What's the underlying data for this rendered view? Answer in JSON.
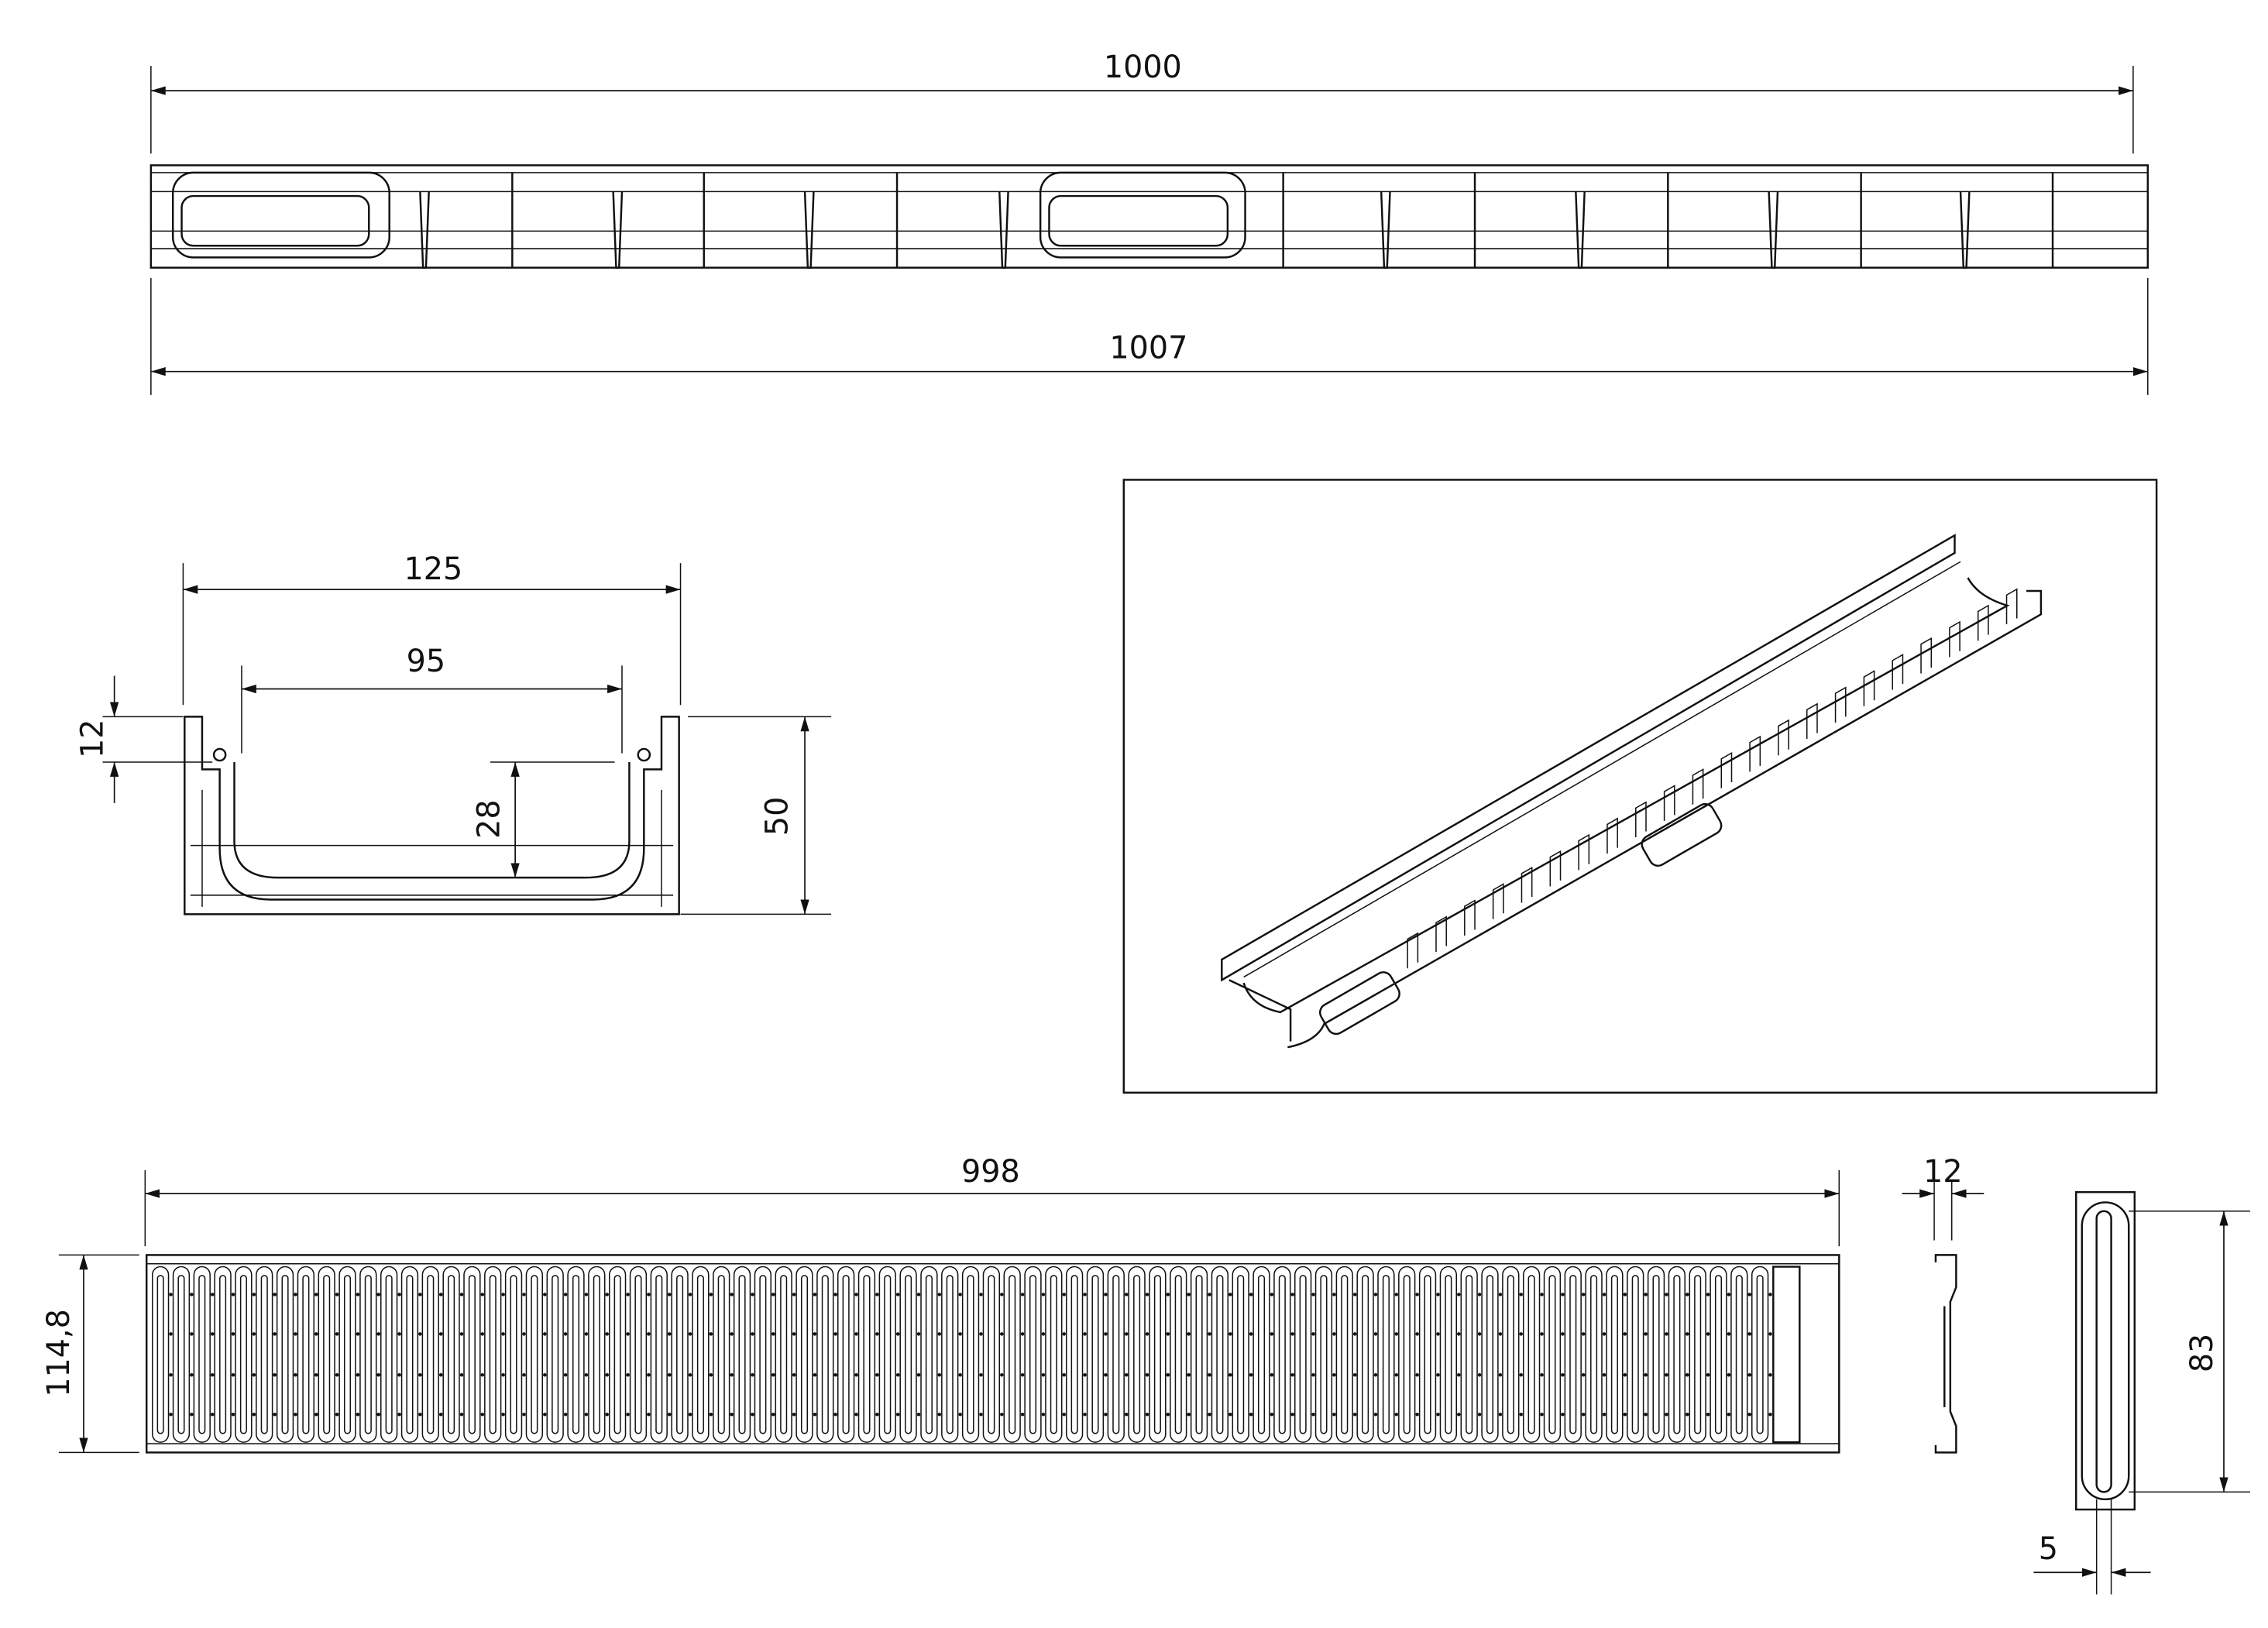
{
  "drawing": {
    "top_view": {
      "dim_inner_length": "1000",
      "dim_total_length": "1007"
    },
    "cross_section": {
      "dim_outer_width": "125",
      "dim_inner_width": "95",
      "dim_rim_height": "12",
      "dim_inner_depth": "28",
      "dim_total_height": "50"
    },
    "grate_view": {
      "dim_length": "998",
      "dim_width": "114,8"
    },
    "grate_profile": {
      "dim_thickness": "12"
    },
    "grate_slot_detail": {
      "dim_slot_length": "83",
      "dim_slot_width": "5"
    },
    "line_color": "#111111"
  }
}
